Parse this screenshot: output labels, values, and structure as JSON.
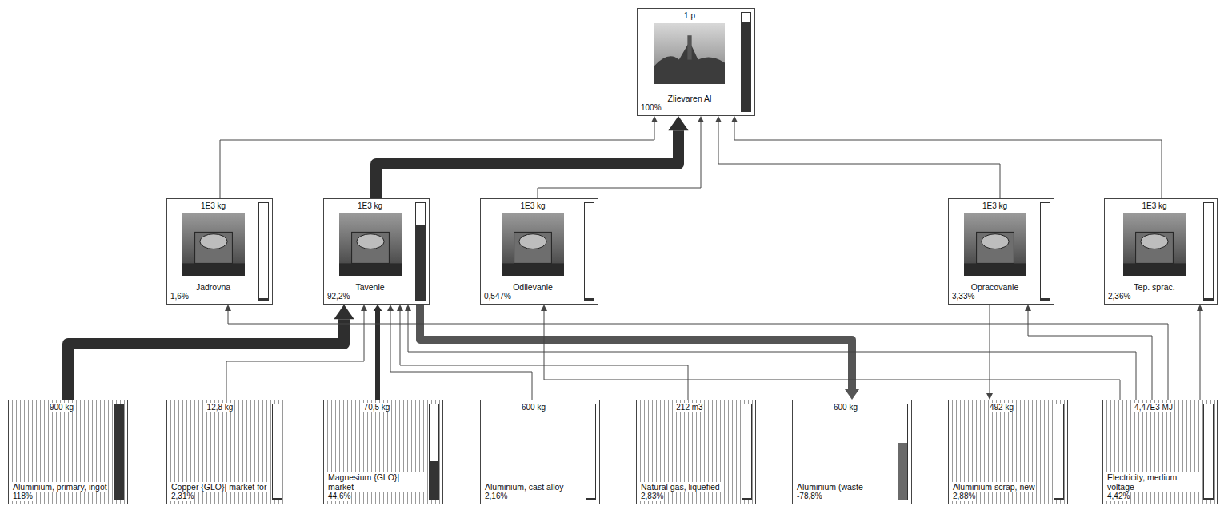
{
  "diagram": {
    "nodes": [
      {
        "text": [
          "1 p",
          "Zlievaren Al",
          "100%"
        ]
      },
      {
        "text": [
          "1E3 kg",
          "Jadrovna",
          "1,6%"
        ]
      },
      {
        "text": [
          "1E3 kg",
          "Tavenie",
          "92,2%"
        ]
      },
      {
        "text": [
          "1E3 kg",
          "Odlievanie",
          "0,547%"
        ]
      },
      {
        "text": [
          "1E3 kg",
          "Opracovanie",
          "3,33%"
        ]
      },
      {
        "text": [
          "1E3 kg",
          "Tep. sprac.",
          "2,36%"
        ]
      },
      {
        "text": [
          "900 kg",
          "Aluminium, primary, ingot",
          "118%"
        ]
      },
      {
        "text": [
          "12,8 kg",
          "Copper {GLO}| market for",
          "2,31%"
        ]
      },
      {
        "text": [
          "70,5 kg",
          "Magnesium {GLO}| market",
          "44,6%"
        ]
      },
      {
        "text": [
          "600 kg",
          "Aluminium, cast alloy",
          "2,16%"
        ]
      },
      {
        "text": [
          "212 m3",
          "Natural gas, liquefied",
          "2,83%"
        ]
      },
      {
        "text": [
          "600 kg",
          "Aluminium (waste",
          "-78,8%"
        ]
      },
      {
        "text": [
          "492 kg",
          "Aluminium scrap, new",
          "2,88%"
        ]
      },
      {
        "text": [
          "4,47E3 MJ",
          "Electricity, medium voltage",
          "4,42%"
        ]
      }
    ],
    "edges": [
      {
        "from": 1,
        "to": 0,
        "arrow": "to"
      },
      {
        "from": 2,
        "to": 0,
        "arrow": "to"
      },
      {
        "from": 3,
        "to": 0,
        "arrow": "to"
      },
      {
        "from": 4,
        "to": 0,
        "arrow": "to"
      },
      {
        "from": 5,
        "to": 0,
        "arrow": "to"
      },
      {
        "from": 6,
        "to": 2,
        "arrow": "to"
      },
      {
        "from": 7,
        "to": 2,
        "arrow": "to"
      },
      {
        "from": 8,
        "to": 2,
        "arrow": "to"
      },
      {
        "from": 9,
        "to": 2,
        "arrow": "to"
      },
      {
        "from": 10,
        "to": 2,
        "arrow": "to"
      },
      {
        "from": 2,
        "to": 11,
        "arrow": "to"
      },
      {
        "from": 4,
        "to": 12,
        "arrow": "to"
      },
      {
        "from": 13,
        "to": 1,
        "arrow": "to"
      },
      {
        "from": 13,
        "to": 3,
        "arrow": "to"
      },
      {
        "from": 13,
        "to": 4,
        "arrow": "to"
      },
      {
        "from": 13,
        "to": 5,
        "arrow": "to"
      },
      {
        "from": 13,
        "to": 2,
        "arrow": "to"
      }
    ]
  }
}
